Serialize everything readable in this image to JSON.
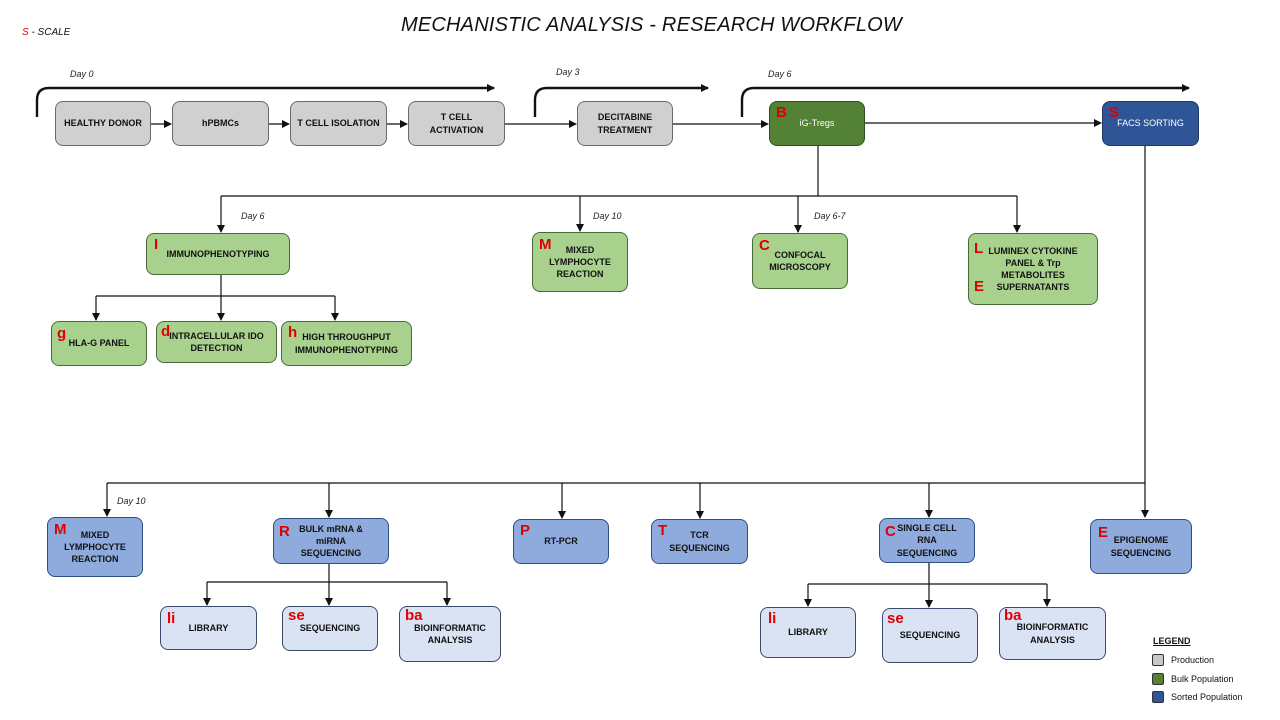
{
  "title": "MECHANISTIC ANALYSIS - RESEARCH WORKFLOW",
  "scale": {
    "letter": "S",
    "text": " - SCALE"
  },
  "days": {
    "d0": "Day 0",
    "d3": "Day 3",
    "d6": "Day 6",
    "imm": "Day 6",
    "mlr": "Day 10",
    "conf": "Day 6-7",
    "sorted_mlr": "Day 10"
  },
  "top_row": {
    "healthy_donor": "HEALTHY DONOR",
    "hpbmcs": "hPBMCs",
    "t_cell_isolation": "T CELL ISOLATION",
    "t_cell_activation": "T CELL ACTIVATION",
    "decitabine": "DECITABINE TREATMENT",
    "ig_tregs": {
      "letter": "B",
      "label": "iG-Tregs"
    },
    "facs": {
      "letter": "S",
      "label": "FACS SORTING"
    }
  },
  "bulk": {
    "immuno": {
      "letter": "I",
      "label": "IMMUNOPHENOTYPING"
    },
    "mlr": {
      "letter": "M",
      "label": "MIXED LYMPHOCYTE REACTION"
    },
    "confocal": {
      "letter": "C",
      "label": "CONFOCAL MICROSCOPY"
    },
    "luminex": {
      "letter1": "L",
      "letter2": "E",
      "label": "LUMINEX CYTOKINE PANEL & Trp METABOLITES SUPERNATANTS"
    },
    "hlag": {
      "letter": "g",
      "label": "HLA-G PANEL"
    },
    "ido": {
      "letter": "d",
      "label": "INTRACELLULAR IDO DETECTION"
    },
    "htp": {
      "letter": "h",
      "label": "HIGH THROUGHPUT IMMUNOPHENOTYPING"
    }
  },
  "sorted": {
    "mlr": {
      "letter": "M",
      "label": "MIXED LYMPHOCYTE REACTION"
    },
    "bulk_seq": {
      "letter": "R",
      "label": "BULK mRNA & miRNA SEQUENCING"
    },
    "rtpcr": {
      "letter": "P",
      "label": "RT-PCR"
    },
    "tcr": {
      "letter": "T",
      "label": "TCR SEQUENCING"
    },
    "sc_seq": {
      "letter": "C",
      "label": "SINGLE CELL RNA SEQUENCING"
    },
    "epigenome": {
      "letter": "E",
      "label": "EPIGENOME SEQUENCING"
    },
    "bulk_lib": {
      "letter": "li",
      "label": "LIBRARY"
    },
    "bulk_seqn": {
      "letter": "se",
      "label": "SEQUENCING"
    },
    "bulk_bio": {
      "letter": "ba",
      "label": "BIOINFORMATIC ANALYSIS"
    },
    "sc_lib": {
      "letter": "li",
      "label": "LIBRARY"
    },
    "sc_seqn": {
      "letter": "se",
      "label": "SEQUENCING"
    },
    "sc_bio": {
      "letter": "ba",
      "label": "BIOINFORMATIC ANALYSIS"
    }
  },
  "legend": {
    "title": "LEGEND",
    "items": [
      {
        "label": "Production",
        "color": "#c8c8c8"
      },
      {
        "label": "Bulk Population",
        "color": "#538135"
      },
      {
        "label": "Sorted Population",
        "color": "#2f5597"
      }
    ]
  }
}
